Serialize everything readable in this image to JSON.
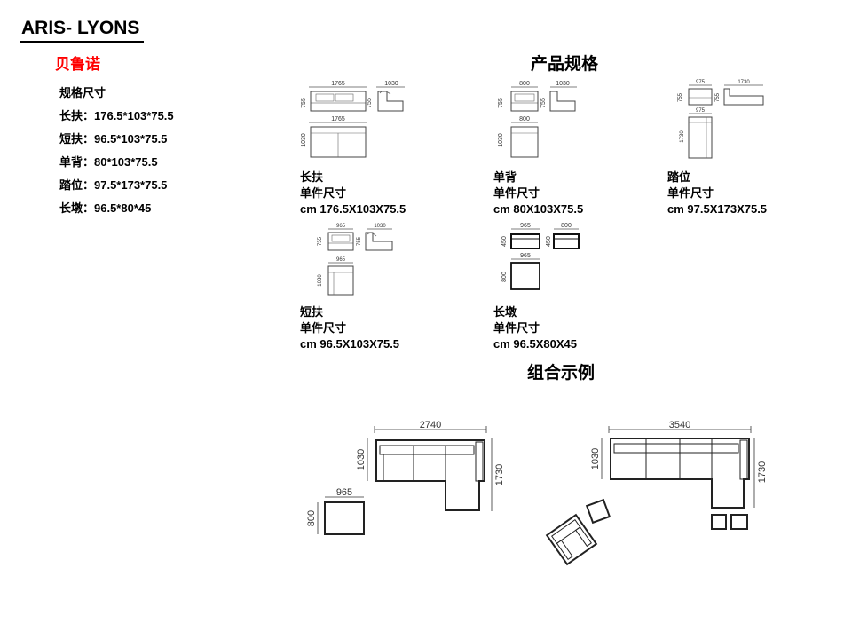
{
  "header": {
    "model": "ARIS- LYONS",
    "name_cn": "贝鲁诺"
  },
  "specs": {
    "heading": "规格尺寸",
    "rows": [
      "长扶：176.5*103*75.5",
      "短扶：96.5*103*75.5",
      "单背：80*103*75.5",
      "踏位：97.5*173*75.5",
      "长墩：96.5*80*45"
    ]
  },
  "sections": {
    "product_specs": "产品规格",
    "combination": "组合示例"
  },
  "units": [
    {
      "name": "长扶",
      "subtitle": "单件尺寸",
      "size": "cm 176.5X103X75.5",
      "dims": {
        "front_width": "1765",
        "height": "755",
        "side_depth": "1030",
        "side_height": "755",
        "top_width": "1765",
        "top_depth": "1030"
      }
    },
    {
      "name": "单背",
      "subtitle": "单件尺寸",
      "size": "cm 80X103X75.5",
      "dims": {
        "front_width": "800",
        "height": "755",
        "side_depth": "1030",
        "side_height": "755",
        "top_width": "800",
        "top_depth": "1030"
      }
    },
    {
      "name": "踏位",
      "subtitle": "单件尺寸",
      "size": "cm 97.5X173X75.5",
      "dims": {
        "front_width": "975",
        "height": "755",
        "side_depth": "1730",
        "side_height": "755",
        "top_width": "975",
        "top_depth": "1730"
      }
    },
    {
      "name": "短扶",
      "subtitle": "单件尺寸",
      "size": "cm 96.5X103X75.5",
      "dims": {
        "front_width": "965",
        "height": "755",
        "side_depth": "1030",
        "side_height": "755",
        "top_width": "965",
        "top_depth": "1030"
      }
    },
    {
      "name": "长墩",
      "subtitle": "单件尺寸",
      "size": "cm 96.5X80X45",
      "dims": {
        "front_width": "965",
        "height": "450",
        "side_depth": "800",
        "side_height": "450",
        "top_width": "965",
        "top_depth": "800"
      }
    }
  ],
  "combos": [
    {
      "width": "2740",
      "depth": "1030",
      "chaise_depth": "1730",
      "ottoman_width": "965",
      "ottoman_depth": "800"
    },
    {
      "width": "3540",
      "depth": "1030",
      "chaise_depth": "1730"
    }
  ]
}
